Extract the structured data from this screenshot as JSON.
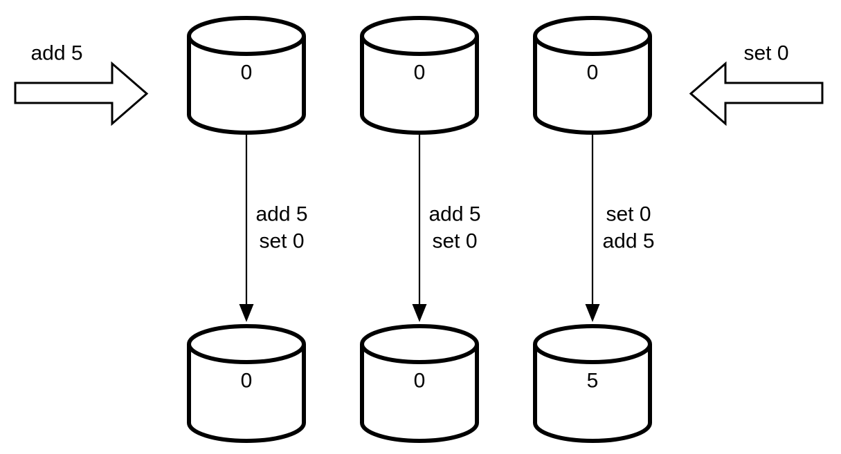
{
  "colors": {
    "stroke": "#000000",
    "fill": "#ffffff",
    "background": "#ffffff"
  },
  "inputs": {
    "left": {
      "label": "add 5",
      "direction": "right"
    },
    "right": {
      "label": "set 0",
      "direction": "left"
    }
  },
  "replicas": [
    {
      "initial": "0",
      "ops": [
        "add 5",
        "set 0"
      ],
      "final": "0"
    },
    {
      "initial": "0",
      "ops": [
        "add 5",
        "set 0"
      ],
      "final": "0"
    },
    {
      "initial": "0",
      "ops": [
        "set 0",
        "add 5"
      ],
      "final": "5"
    }
  ]
}
